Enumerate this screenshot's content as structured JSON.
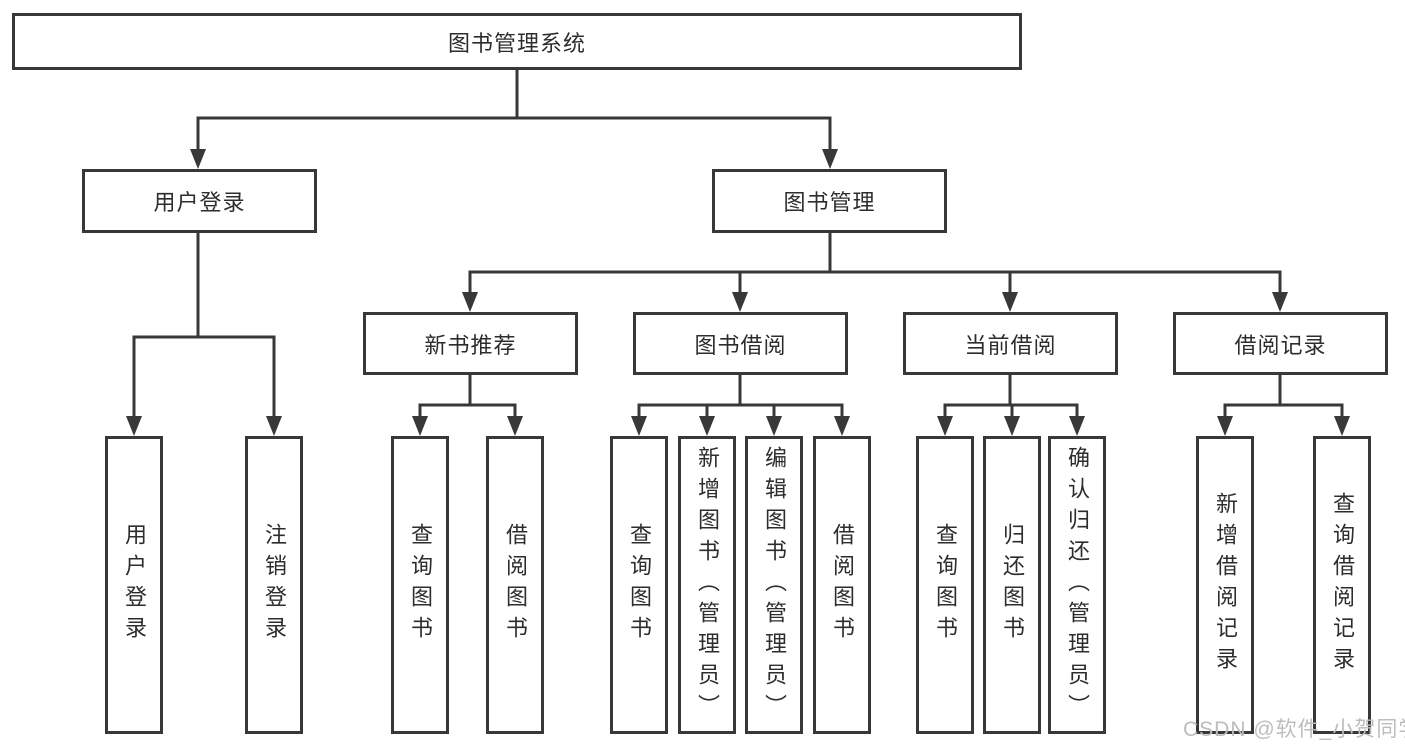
{
  "diagram": {
    "root": {
      "label": "图书管理系统"
    },
    "level2": [
      {
        "label": "用户登录"
      },
      {
        "label": "图书管理"
      }
    ],
    "level3": [
      {
        "label": "新书推荐"
      },
      {
        "label": "图书借阅"
      },
      {
        "label": "当前借阅"
      },
      {
        "label": "借阅记录"
      }
    ],
    "leaves": {
      "user_login": [
        "用户登录",
        "注销登录"
      ],
      "new_book": [
        "查询图书",
        "借阅图书"
      ],
      "book_borrow": [
        "查询图书",
        "新增图书（管理员）",
        "编辑图书（管理员）",
        "借阅图书"
      ],
      "current_borrow": [
        "查询图书",
        "归还图书",
        "确认归还（管理员）"
      ],
      "borrow_records": [
        "新增借阅记录",
        "查询借阅记录"
      ]
    },
    "line_color": "#383838"
  },
  "watermark": {
    "text": "CSDN @软件_小贺同学",
    "color": "#bdbdbd"
  }
}
